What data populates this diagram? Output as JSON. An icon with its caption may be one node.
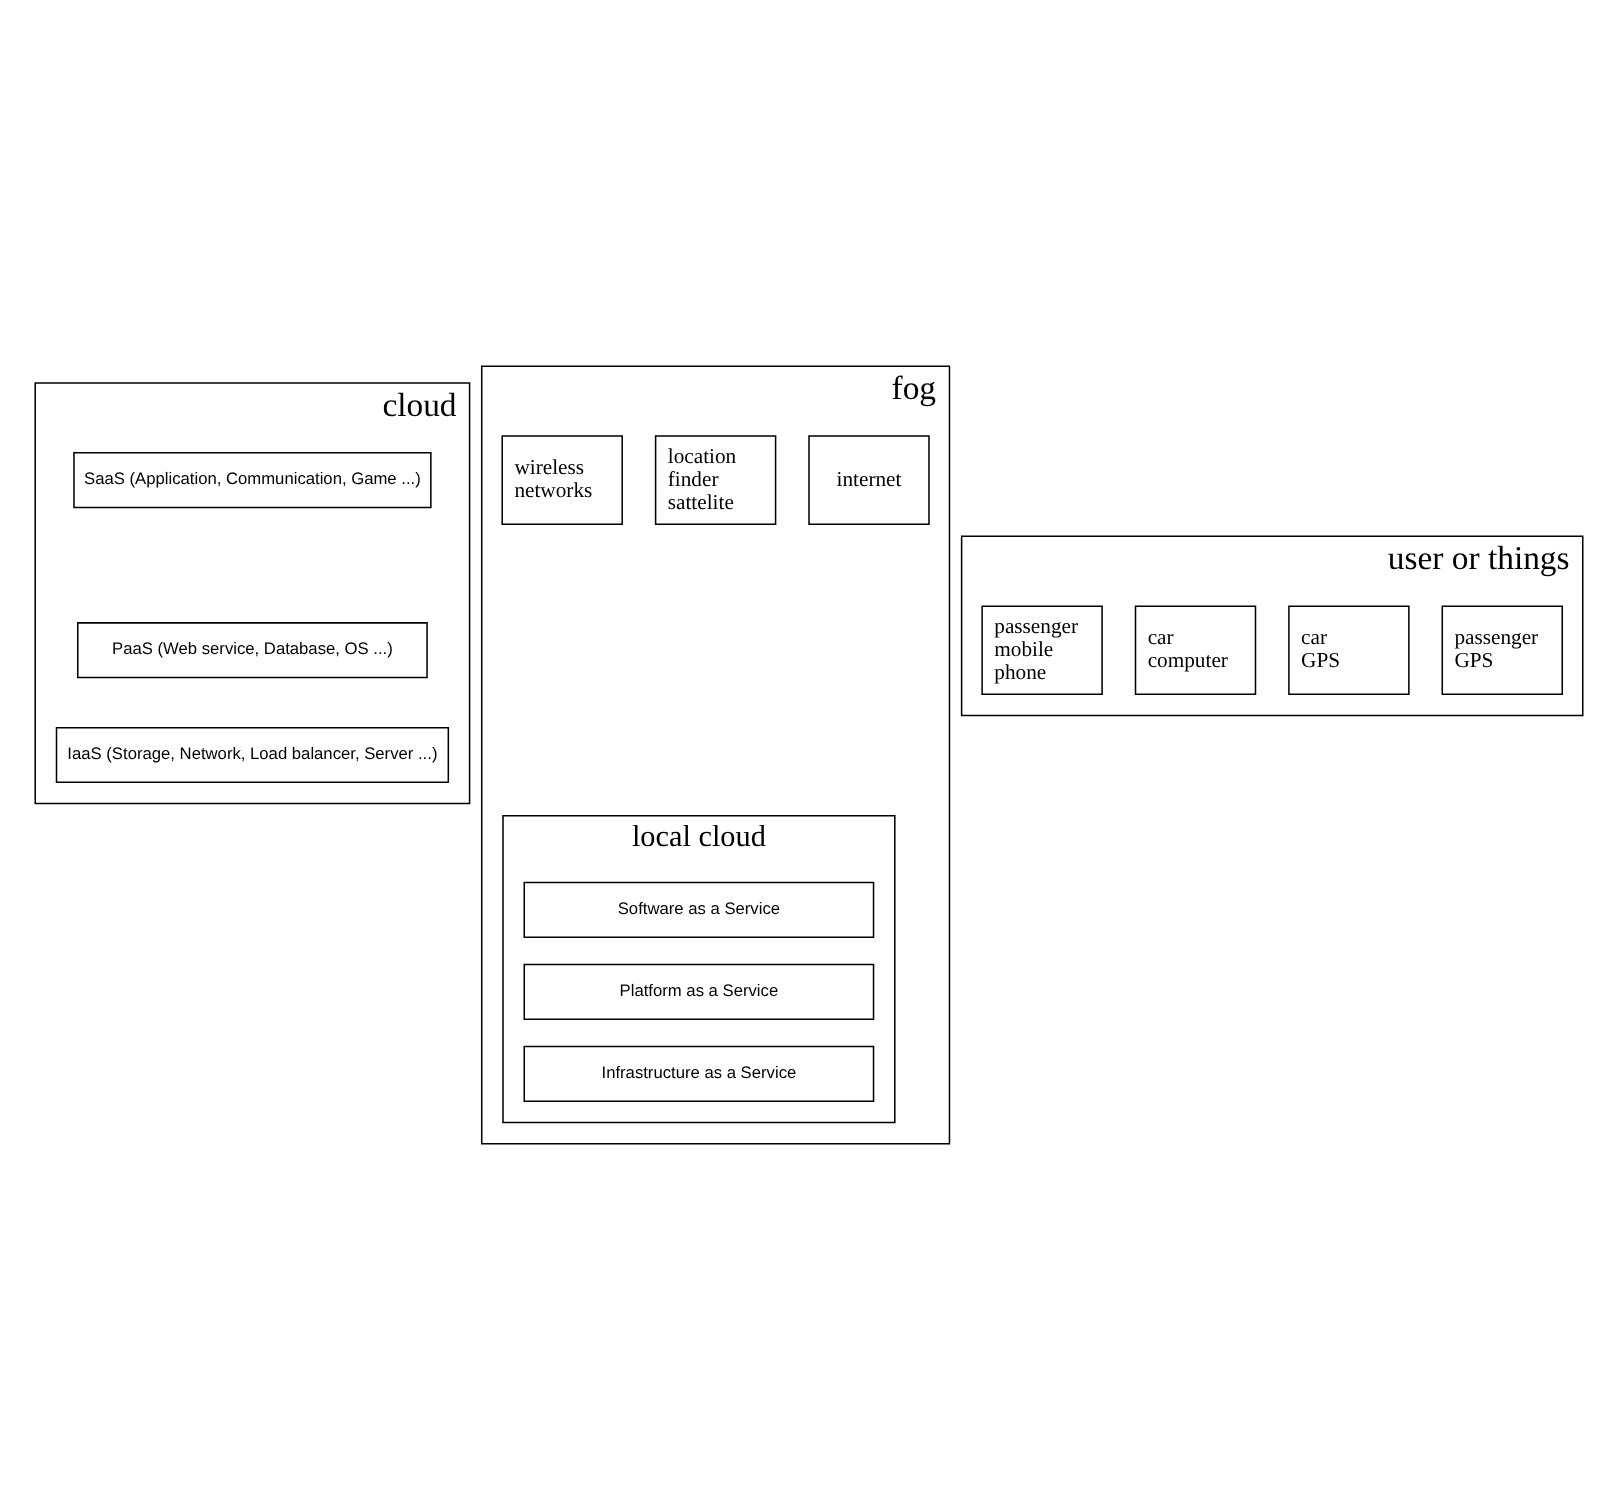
{
  "diagram": {
    "nodes": [
      {
        "text": [
          "cloud"
        ]
      },
      {
        "text": [
          "SaaS (Application, Communication, Game ...)"
        ],
        "in": 0
      },
      {
        "text": [
          "PaaS (Web service, Database, OS ...)"
        ],
        "in": 0
      },
      {
        "text": [
          "IaaS (Storage, Network, Load balancer, Server ...)"
        ],
        "in": 0
      },
      {
        "text": [
          "fog"
        ]
      },
      {
        "text": [
          "local cloud"
        ],
        "in": 4
      },
      {
        "text": [
          "Software as a Service"
        ],
        "in": 5
      },
      {
        "text": [
          "Platform as a Service"
        ],
        "in": 5
      },
      {
        "text": [
          "Infrastructure as a Service"
        ],
        "in": 5
      },
      {
        "text": [
          "wireless networks"
        ],
        "in": 4
      },
      {
        "text": [
          "location finder sattelite"
        ],
        "in": 4
      },
      {
        "text": [
          "internet"
        ],
        "in": 4
      },
      {
        "text": [
          "user or things"
        ]
      },
      {
        "text": [
          "passenger mobile phone"
        ],
        "in": 12
      },
      {
        "text": [
          "car computer"
        ],
        "in": 12
      },
      {
        "text": [
          "car GPS"
        ],
        "in": 12
      },
      {
        "text": [
          "passenger GPS"
        ],
        "in": 12
      }
    ],
    "edges": []
  }
}
